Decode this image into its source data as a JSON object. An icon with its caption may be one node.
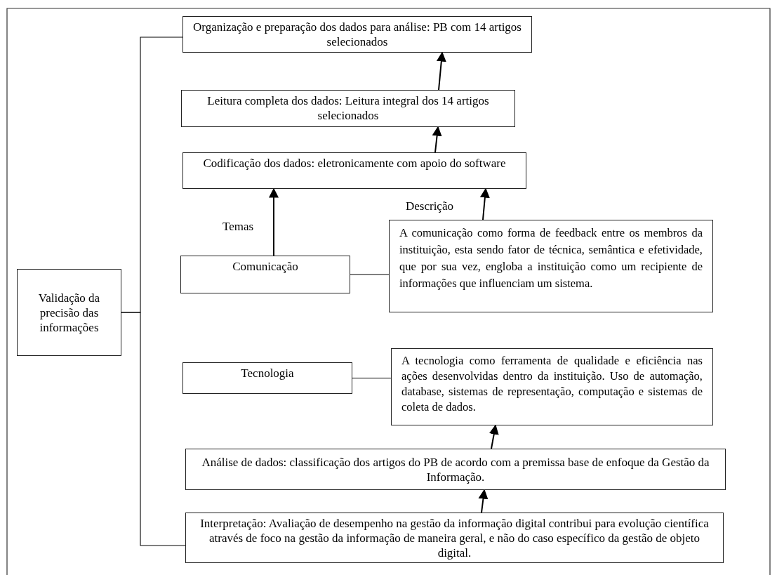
{
  "diagram": {
    "nodes": [
      {
        "text": [
          "Organização e preparação dos dados para análise: PB com 14 artigos selecionados"
        ]
      },
      {
        "text": [
          "Leitura completa dos dados: Leitura integral dos 14 artigos selecionados"
        ]
      },
      {
        "text": [
          "Codificação dos dados: eletronicamente com apoio do software"
        ]
      },
      {
        "text": [
          "Comunicação"
        ]
      },
      {
        "text": [
          "A comunicação como forma de feedback entre os membros da instituição, esta sendo fator de técnica, semântica e efetividade, que por sua vez, engloba a instituição como um recipiente de informações que influenciam um sistema."
        ]
      },
      {
        "text": [
          "Validação da precisão das informações"
        ]
      },
      {
        "text": [
          "Tecnologia"
        ]
      },
      {
        "text": [
          "A tecnologia como ferramenta de qualidade e eficiência nas ações desenvolvidas dentro da instituição. Uso de automação, database, sistemas de representação, computação e sistemas de coleta de dados."
        ]
      },
      {
        "text": [
          "Análise de dados: classificação dos artigos do PB de acordo com a premissa base de enfoque da Gestão da Informação."
        ]
      },
      {
        "text": [
          "Interpretação: Avaliação de desempenho na gestão da informação digital contribui para evolução científica através de foco na gestão da informação de maneira geral, e não do caso específico da gestão de objeto digital."
        ]
      }
    ],
    "edges": [
      {
        "from": 5,
        "to": 0,
        "arrow": "none"
      },
      {
        "from": 5,
        "to": 9,
        "arrow": "none"
      },
      {
        "from": 3,
        "to": 2,
        "arrow": "to",
        "label": "Temas"
      },
      {
        "from": 4,
        "to": 2,
        "arrow": "to",
        "label": "Descrição"
      },
      {
        "from": 2,
        "to": 1,
        "arrow": "to"
      },
      {
        "from": 1,
        "to": 0,
        "arrow": "to"
      },
      {
        "from": 3,
        "to": 4,
        "arrow": "none"
      },
      {
        "from": 6,
        "to": 7,
        "arrow": "none"
      },
      {
        "from": 8,
        "to": 7,
        "arrow": "to"
      },
      {
        "from": 9,
        "to": 8,
        "arrow": "to"
      }
    ]
  }
}
